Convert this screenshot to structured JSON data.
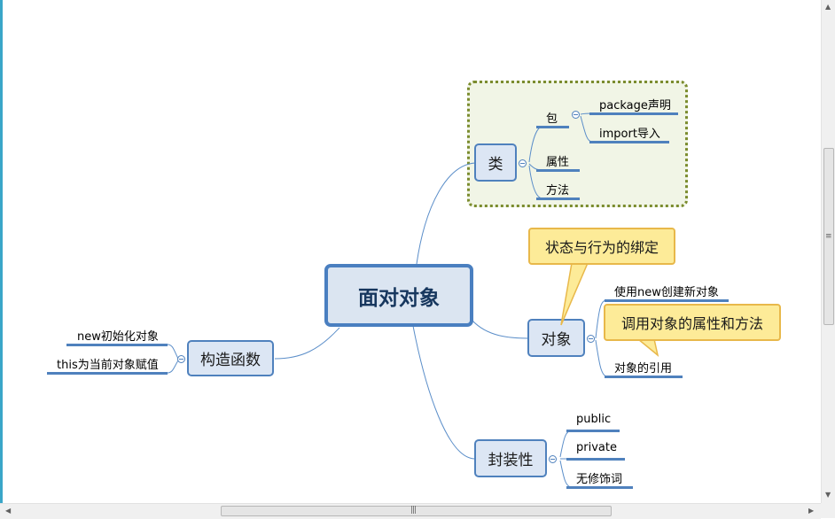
{
  "central_topic": "面对对象",
  "branches": {
    "class": {
      "label": "类",
      "children": {
        "package": {
          "label": "包",
          "children": [
            "package声明",
            "import导入"
          ]
        },
        "attribute": "属性",
        "method": "方法"
      }
    },
    "object": {
      "label": "对象",
      "children": [
        "使用new创建新对象",
        "对象的引用"
      ],
      "callouts": [
        "状态与行为的绑定",
        "调用对象的属性和方法"
      ]
    },
    "encapsulation": {
      "label": "封装性",
      "children": [
        "public",
        "private",
        "无修饰词"
      ]
    },
    "constructor": {
      "label": "构造函数",
      "children": [
        "new初始化对象",
        "this为当前对象赋值"
      ]
    }
  },
  "colors": {
    "node_fill": "#dce6f4",
    "node_border": "#4f81bd",
    "boundary_fill": "#f1f5e6",
    "boundary_border": "#7b8c2e",
    "callout_fill": "#fdeb98",
    "callout_border": "#e8b84a"
  }
}
